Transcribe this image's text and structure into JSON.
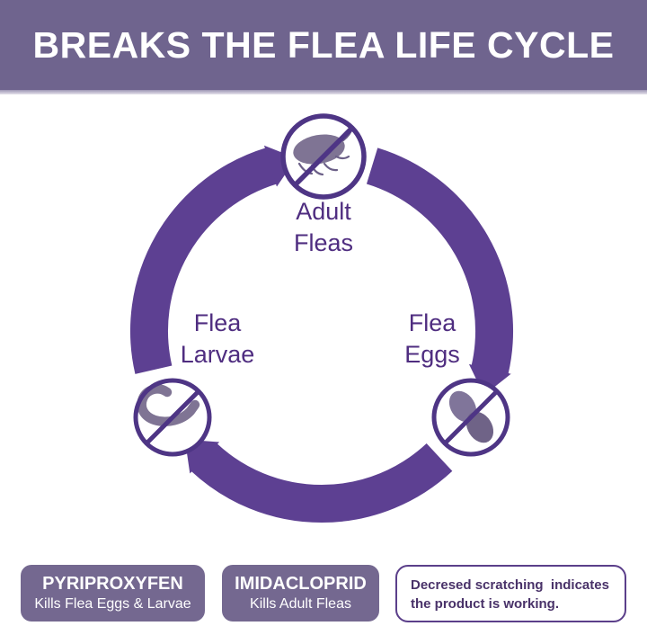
{
  "header": {
    "title": "BREAKS THE FLEA LIFE CYCLE"
  },
  "cycle": {
    "direction": "clockwise",
    "nodes": [
      {
        "id": "adult-fleas",
        "icon": "no-adult-flea-icon",
        "line1": "Adult",
        "line2": "Fleas"
      },
      {
        "id": "flea-eggs",
        "icon": "no-flea-eggs-icon",
        "line1": "Flea",
        "line2": "Eggs"
      },
      {
        "id": "flea-larvae",
        "icon": "no-flea-larva-icon",
        "line1": "Flea",
        "line2": "Larvae"
      }
    ]
  },
  "ingredients": [
    {
      "name": "PYRIPROXYFEN",
      "effect": "Kills Flea Eggs & Larvae"
    },
    {
      "name": "IMIDACLOPRID",
      "effect": "Kills Adult Fleas"
    }
  ],
  "note": {
    "line1": "Decresed scratching  indicates",
    "line2": "the product is working."
  },
  "colors": {
    "banner_bg": "#6f648e",
    "arc_purple": "#5d4092",
    "icon_outline": "#4e3585",
    "silhouette_gray_purple": "#7f7494",
    "label_text": "#4f2d80",
    "pill_bg": "#746890",
    "note_border": "#5b3f8a",
    "note_text": "#493269"
  }
}
